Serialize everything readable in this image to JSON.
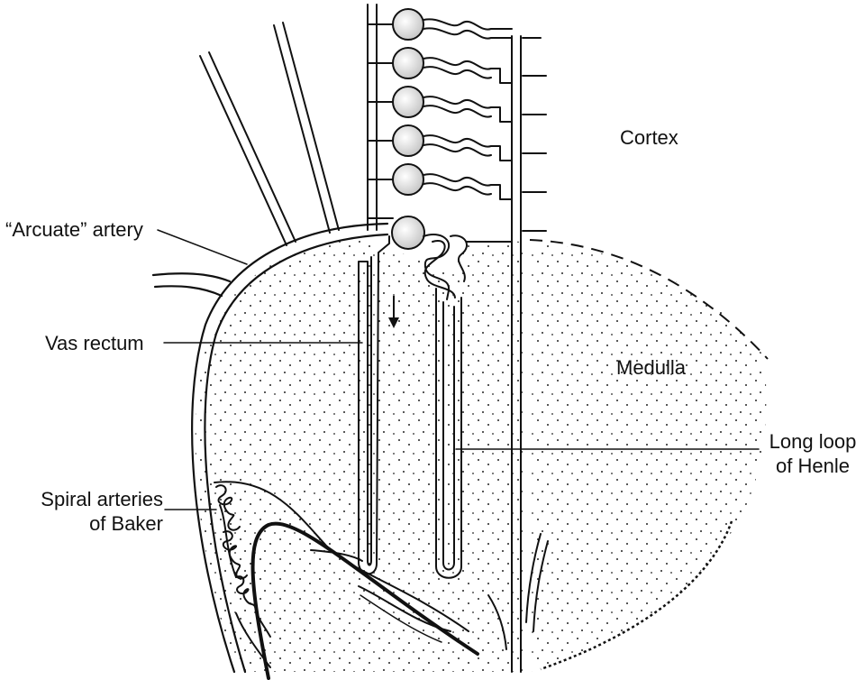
{
  "labels": {
    "cortex": "Cortex",
    "medulla": "Medulla",
    "arcuate_artery": "“Arcuate” artery",
    "vas_rectum": "Vas rectum",
    "long_loop_line1": "Long loop",
    "long_loop_line2": "of Henle",
    "spiral_line1": "Spiral arteries",
    "spiral_line2": "of Baker"
  },
  "colors": {
    "ink": "#111111",
    "background": "#ffffff"
  }
}
